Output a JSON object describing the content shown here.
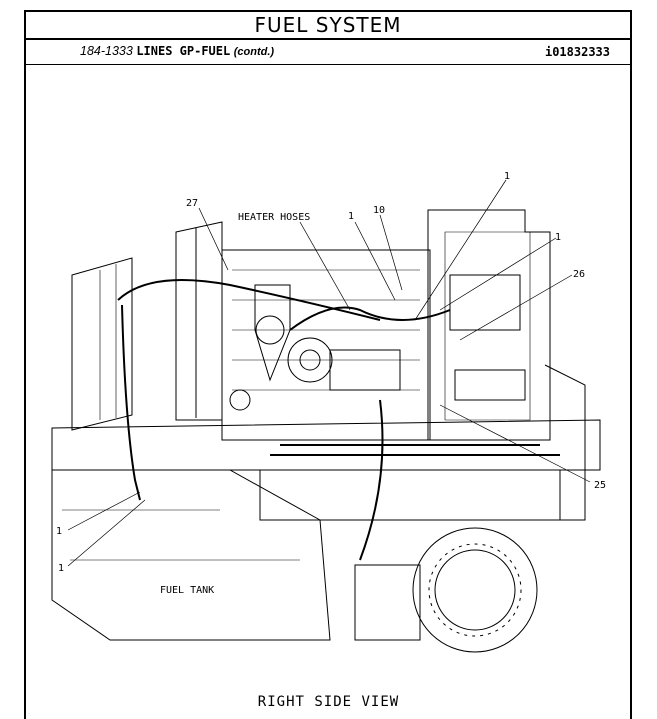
{
  "header": {
    "title": "FUEL SYSTEM",
    "part_number": "184-1333",
    "part_name": "LINES GP-FUEL",
    "part_suffix": "(contd.)",
    "illustration_id": "i01832333"
  },
  "labels": {
    "heater_hoses": "HEATER HOSES",
    "fuel_tank": "FUEL TANK",
    "view": "RIGHT SIDE VIEW"
  },
  "callouts": [
    "27",
    "1",
    "10",
    "1",
    "1",
    "26",
    "25",
    "1",
    "1"
  ]
}
